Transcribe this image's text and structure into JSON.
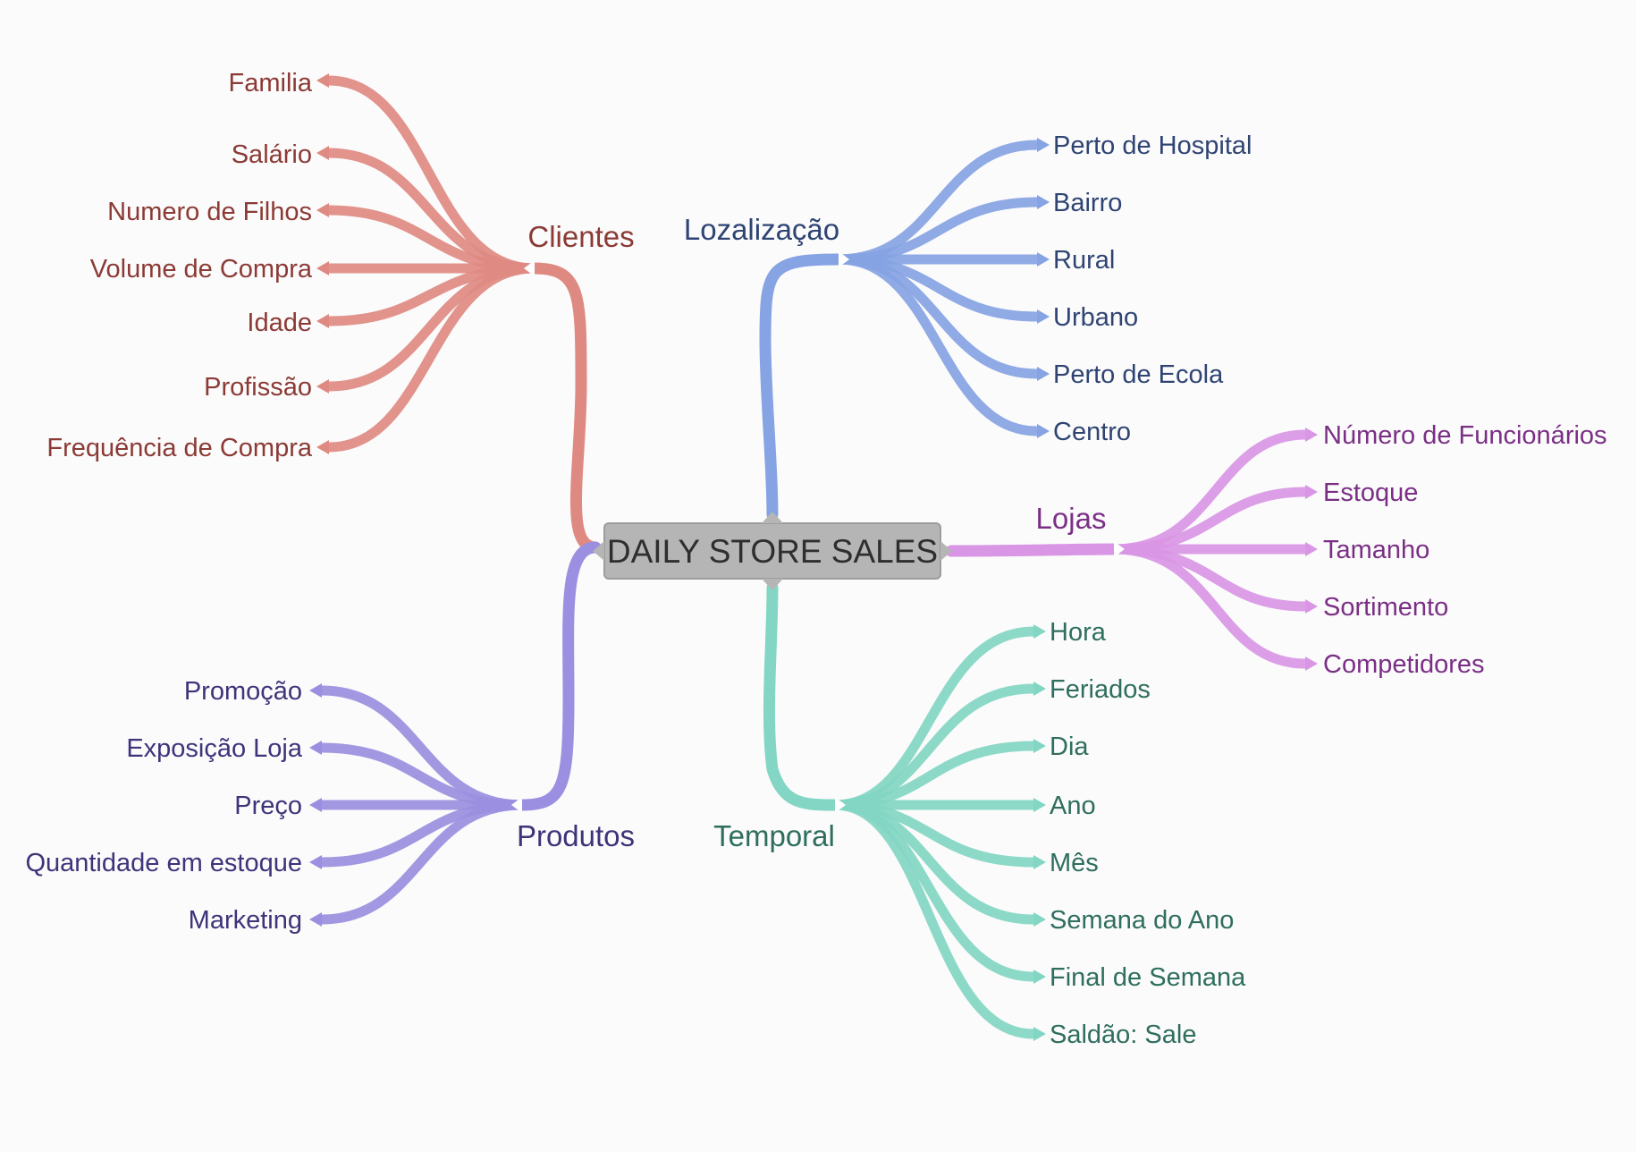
{
  "root": {
    "label": "DAILY STORE SALES"
  },
  "branches": {
    "clientes": {
      "label": "Clientes",
      "line_color": "#de8a82",
      "text_color": "#8b3a35",
      "children": [
        "Familia",
        "Salário",
        "Numero de Filhos",
        "Volume de Compra",
        "Idade",
        "Profissão",
        "Frequência de Compra"
      ]
    },
    "produtos": {
      "label": "Produtos",
      "line_color": "#9a8fe0",
      "text_color": "#3d347a",
      "children": [
        "Promoção",
        "Exposição Loja",
        "Preço",
        "Quantidade em estoque",
        "Marketing"
      ]
    },
    "localizacao": {
      "label": "Lozalização",
      "line_color": "#86a3e3",
      "text_color": "#2f4473",
      "children": [
        "Perto de Hospital",
        "Bairro",
        "Rural",
        "Urbano",
        "Perto de Ecola",
        "Centro"
      ]
    },
    "lojas": {
      "label": "Lojas",
      "line_color": "#d996e5",
      "text_color": "#7a2f85",
      "children": [
        "Número de Funcionários",
        "Estoque",
        "Tamanho",
        "Sortimento",
        "Competidores"
      ]
    },
    "temporal": {
      "label": "Temporal",
      "line_color": "#83d6c3",
      "text_color": "#2f6e5e",
      "children": [
        "Hora",
        "Feriados",
        "Dia",
        "Ano",
        "Mês",
        "Semana do Ano",
        "Final de Semana",
        "Saldão: Sale"
      ]
    }
  }
}
